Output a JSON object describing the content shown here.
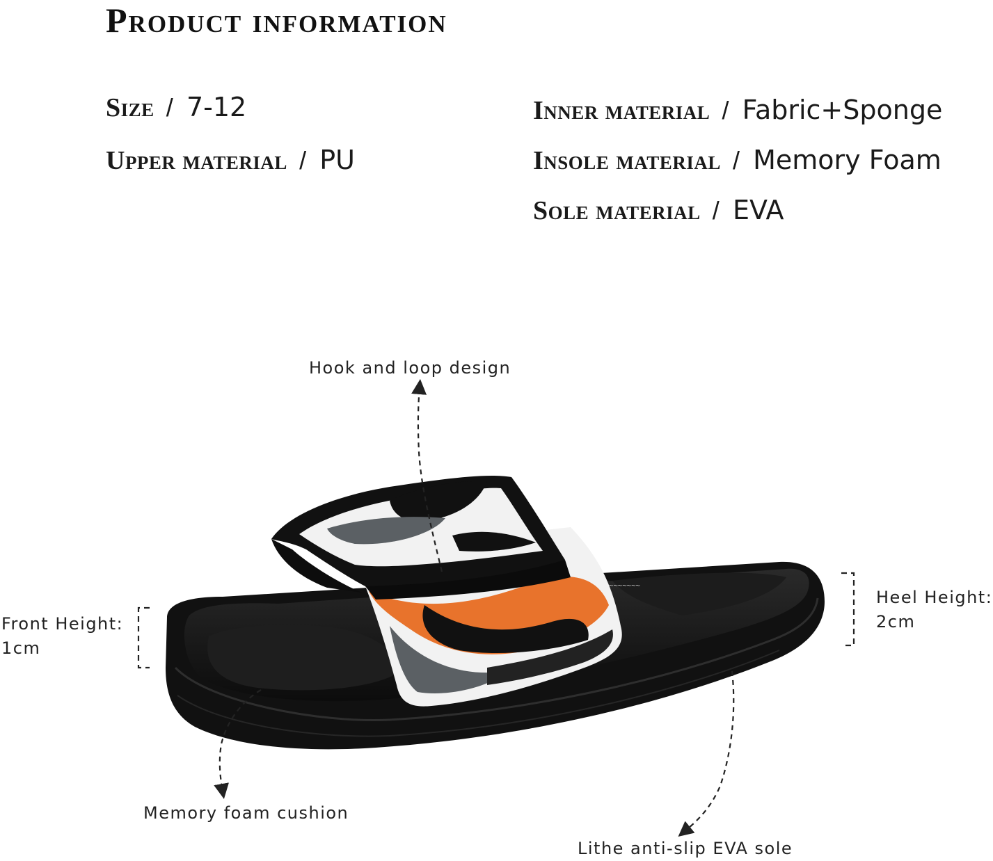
{
  "title": "Product information",
  "specs_left": [
    {
      "label": "Size",
      "sep": "/",
      "value": "7-12"
    },
    {
      "label": "Upper material",
      "sep": "/",
      "value": "PU"
    }
  ],
  "specs_right": [
    {
      "label": "Inner material",
      "sep": "/",
      "value": "Fabric+Sponge"
    },
    {
      "label": "Insole material",
      "sep": "/",
      "value": "Memory Foam"
    },
    {
      "label": "Sole material",
      "sep": "/",
      "value": "EVA"
    }
  ],
  "callouts": {
    "hook_and_loop": "Hook and loop design",
    "front_height_label": "Front Height:",
    "front_height_value": "1cm",
    "heel_height_label": "Heel Height:",
    "heel_height_value": "2cm",
    "memory_foam": "Memory foam cushion",
    "sole": "Lithe anti-slip EVA sole"
  },
  "colors": {
    "sole": "#141414",
    "accent_orange": "#e8732c",
    "strap_white": "#f2f2f2",
    "strap_grey": "#5b6064"
  },
  "icons": [
    "dashed-arrow-icon",
    "height-bracket-icon"
  ]
}
